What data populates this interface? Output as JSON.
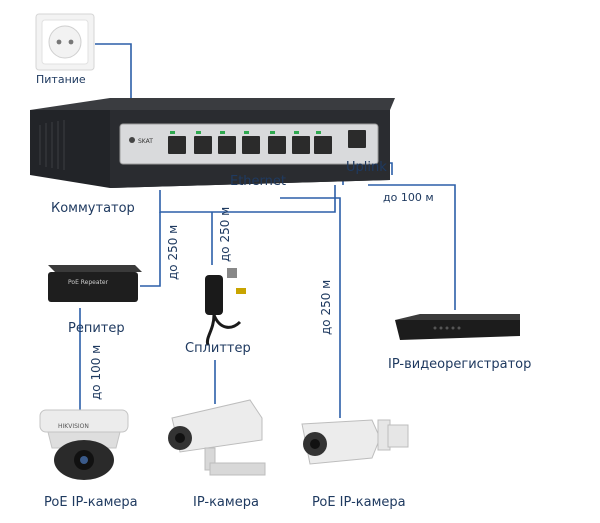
{
  "labels": {
    "power": "Питание",
    "switch": "Коммутатор",
    "ethernet": "Ethernet",
    "uplink": "Uplink",
    "repeater": "Репитер",
    "splitter": "Сплиттер",
    "nvr": "IP-видеорегистратор",
    "cam_poe_1": "PoE IP-камера",
    "cam_ip": "IP-камера",
    "cam_poe_2": "PoE IP-камера"
  },
  "distances": {
    "to_repeater": "до 250 м",
    "to_splitter": "до 250 м",
    "to_camera": "до 250 м",
    "to_nvr": "до 100 м",
    "repeater_to_camera": "до 100 м"
  },
  "device_text": {
    "switch_brand": "SKAT",
    "repeater_brand": "PoE Repeater",
    "camera_brand": "HIKVISION"
  },
  "colors": {
    "line": "#2c5fa8",
    "text": "#1f3a60",
    "device_dark": "#222428",
    "port_green": "#2fa84f"
  }
}
